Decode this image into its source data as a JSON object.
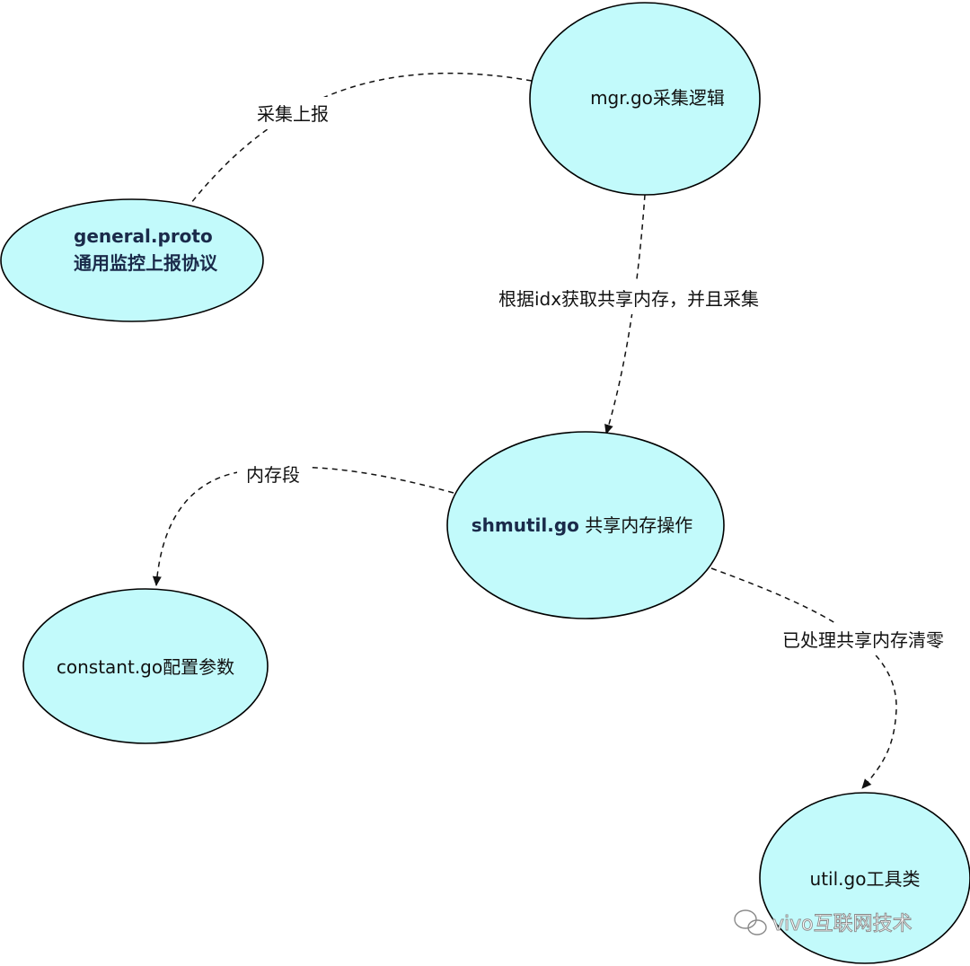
{
  "nodes": {
    "mgr": {
      "text": "mgr.go采集逻辑"
    },
    "general": {
      "line1": "general.proto",
      "line2": "通用监控上报协议"
    },
    "shmutil": {
      "bold": "shmutil.go",
      "rest": " 共享内存操作"
    },
    "constant": {
      "text": "constant.go配置参数"
    },
    "util": {
      "text": "util.go工具类"
    }
  },
  "edges": {
    "mgr_to_general": "采集上报",
    "mgr_to_shmutil": "根据idx获取共享内存，并且采集",
    "shmutil_to_constant": "内存段",
    "shmutil_to_util": "已处理共享内存清零"
  },
  "watermark": {
    "text": "vivo互联网技术"
  },
  "colors": {
    "node_fill": "#c2fafb",
    "node_stroke": "#000000",
    "bold_text": "#1a2a4a"
  }
}
